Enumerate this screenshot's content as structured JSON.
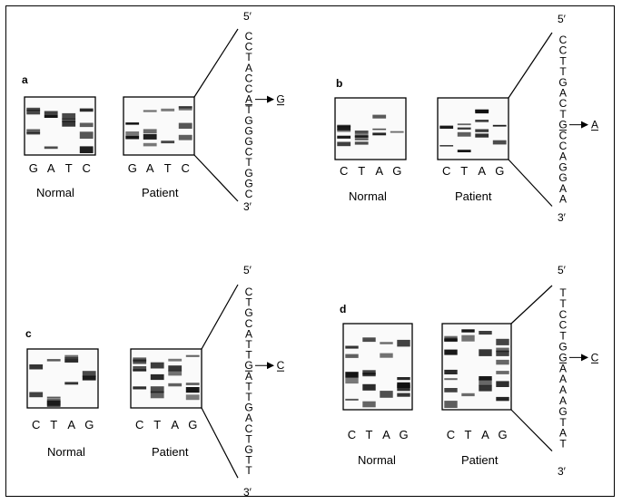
{
  "panels": [
    {
      "id": "a",
      "lanes": "G  A  T  C",
      "normal_label": "Normal",
      "patient_label": "Patient",
      "five_prime": "5′",
      "three_prime": "3′",
      "sequence": [
        "C",
        "C",
        "T",
        "A",
        "C",
        "C",
        "A",
        "T",
        "G",
        "G",
        "G",
        "C",
        "T",
        "G",
        "G",
        "C"
      ],
      "mutation_index": 6,
      "mutant_base": "G"
    },
    {
      "id": "b",
      "lanes": "C  T  A  G",
      "normal_label": "Normal",
      "patient_label": "Patient",
      "five_prime": "5′",
      "three_prime": "3′",
      "sequence": [
        "C",
        "C",
        "T",
        "T",
        "G",
        "A",
        "C",
        "T",
        "G",
        "C",
        "C",
        "A",
        "G",
        "G",
        "A",
        "A"
      ],
      "mutation_index": 8,
      "mutant_base": "A"
    },
    {
      "id": "c",
      "lanes": "C  T  A  G",
      "normal_label": "Normal",
      "patient_label": "Patient",
      "five_prime": "5′",
      "three_prime": "3′",
      "sequence": [
        "C",
        "T",
        "G",
        "C",
        "A",
        "T",
        "T",
        "G",
        "A",
        "T",
        "T",
        "G",
        "A",
        "C",
        "T",
        "G",
        "T",
        "T"
      ],
      "mutation_index": 7,
      "mutant_base": "C"
    },
    {
      "id": "d",
      "lanes": "C  T  A  G",
      "normal_label": "Normal",
      "patient_label": "Patient",
      "five_prime": "5′",
      "three_prime": "3′",
      "sequence": [
        "T",
        "T",
        "C",
        "C",
        "T",
        "G",
        "G",
        "A",
        "A",
        "A",
        "A",
        "G",
        "T",
        "A",
        "T"
      ],
      "mutation_index": 6,
      "mutant_base": "C"
    }
  ]
}
